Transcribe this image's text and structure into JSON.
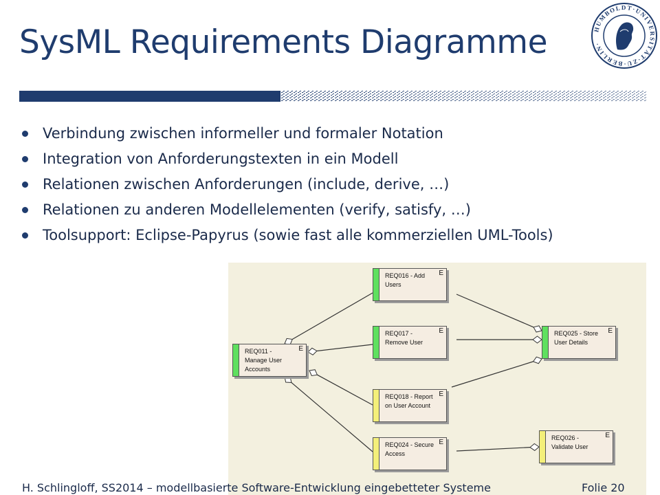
{
  "slide": {
    "title": "SysML Requirements Diagramme",
    "bullets": [
      "Verbindung zwischen informeller und formaler Notation",
      "Integration von Anforderungstexten in ein Modell",
      "Relationen zwischen Anforderungen (include, derive, …)",
      "Relationen zu anderen Modellelementen (verify, satisfy, …)",
      "Toolsupport: Eclipse-Papyrus (sowie fast alle kommerziellen UML-Tools)"
    ],
    "footer": "H. Schlingloff, SS2014 – modellbasierte Software-Entwicklung eingebetteter Systeme",
    "folio": "Folie 20",
    "accent_color": "#1f3c6e"
  },
  "logo": {
    "name": "university-seal",
    "text": "HUMBOLDT-UNIVERSITÄT ZU BERLIN"
  },
  "diagram": {
    "background": "#f3f0df",
    "nodes": [
      {
        "id": "REQ016",
        "label": "REQ016 - Add\nUsers",
        "stereotype": "E",
        "bar": "green"
      },
      {
        "id": "REQ017",
        "label": "REQ017 -\nRemove User",
        "stereotype": "E",
        "bar": "green"
      },
      {
        "id": "REQ011",
        "label": "REQ011 -\nManage User\nAccounts",
        "stereotype": "E",
        "bar": "green"
      },
      {
        "id": "REQ025",
        "label": "REQ025 - Store\nUser Details",
        "stereotype": "E",
        "bar": "green"
      },
      {
        "id": "REQ018",
        "label": "REQ018 - Report\non User Account",
        "stereotype": "E",
        "bar": "yellow"
      },
      {
        "id": "REQ024",
        "label": "REQ024 - Secure\nAccess",
        "stereotype": "E",
        "bar": "yellow"
      },
      {
        "id": "REQ026",
        "label": "REQ026 -\nValidate User",
        "stereotype": "E",
        "bar": "yellow"
      }
    ],
    "edges": [
      {
        "from": "REQ011",
        "to": "REQ016",
        "kind": "aggregation"
      },
      {
        "from": "REQ011",
        "to": "REQ017",
        "kind": "aggregation"
      },
      {
        "from": "REQ011",
        "to": "REQ018",
        "kind": "aggregation"
      },
      {
        "from": "REQ011",
        "to": "REQ024",
        "kind": "aggregation"
      },
      {
        "from": "REQ016",
        "to": "REQ025",
        "kind": "aggregation"
      },
      {
        "from": "REQ017",
        "to": "REQ025",
        "kind": "aggregation"
      },
      {
        "from": "REQ018",
        "to": "REQ025",
        "kind": "aggregation"
      },
      {
        "from": "REQ024",
        "to": "REQ026",
        "kind": "aggregation"
      }
    ]
  }
}
